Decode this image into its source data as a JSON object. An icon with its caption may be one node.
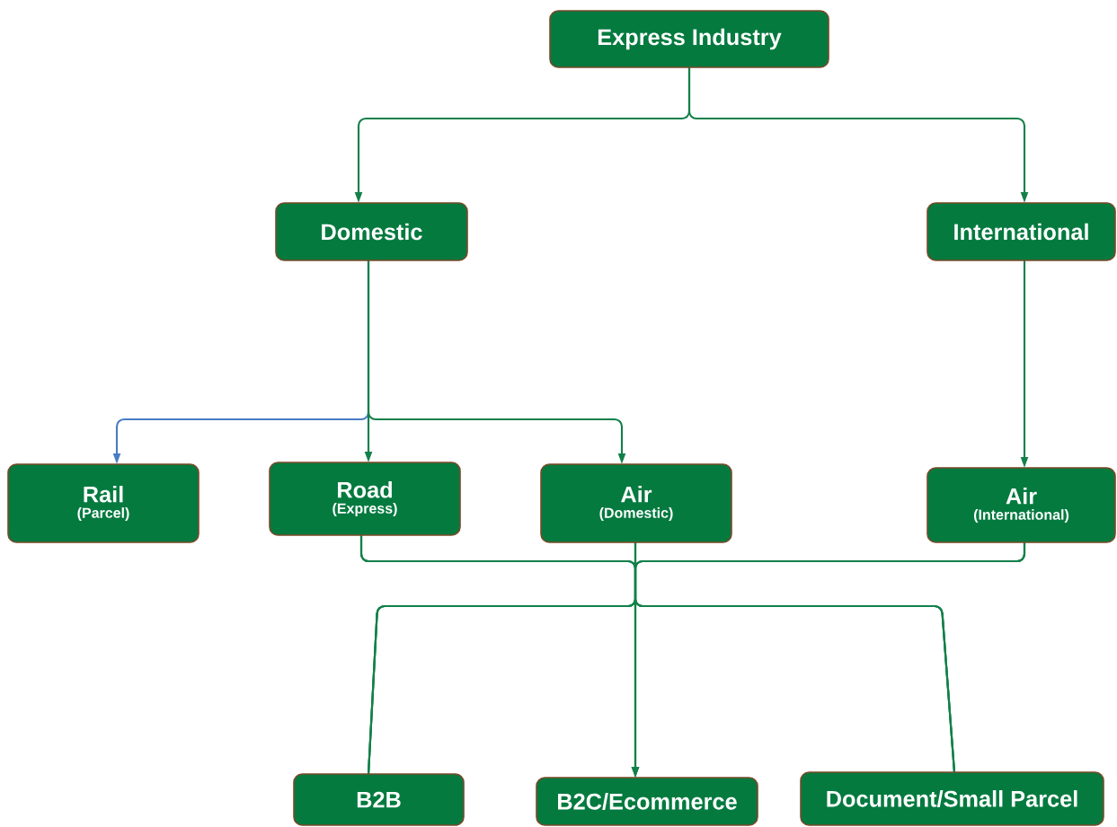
{
  "diagram": {
    "nodes": [
      {
        "text": [
          "Express Industry"
        ]
      },
      {
        "text": [
          "Domestic"
        ]
      },
      {
        "text": [
          "International"
        ]
      },
      {
        "text": [
          "Rail",
          "(Parcel)"
        ]
      },
      {
        "text": [
          "Road",
          "(Express)"
        ]
      },
      {
        "text": [
          "Air",
          "(Domestic)"
        ]
      },
      {
        "text": [
          "Air",
          "(International)"
        ]
      },
      {
        "text": [
          "B2B"
        ]
      },
      {
        "text": [
          "B2C/Ecommerce"
        ]
      },
      {
        "text": [
          "Document/Small Parcel"
        ]
      }
    ],
    "edges": [
      {
        "from": 0,
        "to": 1,
        "arrow": "to"
      },
      {
        "from": 0,
        "to": 2,
        "arrow": "to"
      },
      {
        "from": 1,
        "to": 3,
        "arrow": "to",
        "color": "#4a7cc4"
      },
      {
        "from": 1,
        "to": 4,
        "arrow": "to"
      },
      {
        "from": 1,
        "to": 5,
        "arrow": "to"
      },
      {
        "from": 2,
        "to": 6,
        "arrow": "to"
      },
      {
        "from": 4,
        "to": 7,
        "arrow": "none"
      },
      {
        "from": 4,
        "to": 8,
        "arrow": "to"
      },
      {
        "from": 4,
        "to": 9,
        "arrow": "none"
      },
      {
        "from": 5,
        "to": 7,
        "arrow": "none"
      },
      {
        "from": 5,
        "to": 8,
        "arrow": "to"
      },
      {
        "from": 5,
        "to": 9,
        "arrow": "none"
      },
      {
        "from": 6,
        "to": 7,
        "arrow": "none"
      },
      {
        "from": 6,
        "to": 8,
        "arrow": "to"
      },
      {
        "from": 6,
        "to": 9,
        "arrow": "none"
      }
    ]
  }
}
